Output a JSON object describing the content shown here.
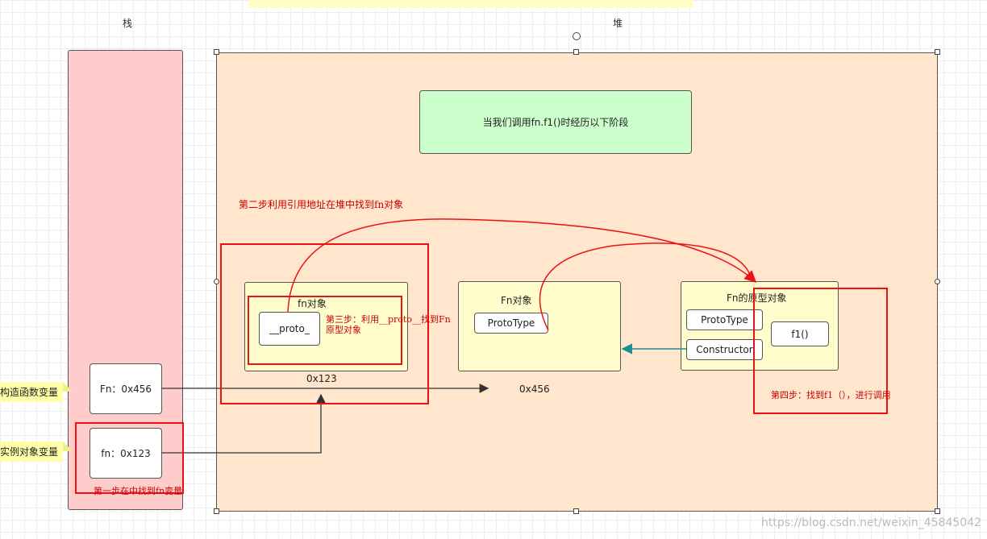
{
  "labels": {
    "stack": "栈",
    "heap": "堆"
  },
  "heap_title": "当我们调用fn.f1()时经历以下阶段",
  "objects": {
    "fn_obj": {
      "title": "fn对象",
      "field": "__proto_",
      "address": "0x123"
    },
    "Fn_obj": {
      "title": "Fn对象",
      "field": "ProtoType",
      "address": "0x456"
    },
    "proto_obj": {
      "title": "Fn的原型对象",
      "field1": "ProtoType",
      "field2": "Constructor",
      "method": "f1()"
    }
  },
  "stack_vars": {
    "Fn": "Fn：0x456",
    "fn": "fn：0x123"
  },
  "notes": {
    "constructor_var": "构造函数变量",
    "instance_var": "实例对象变量"
  },
  "steps": {
    "step1": "第一步在中找到fn变量",
    "step2": "第二步利用引用地址在堆中找到fn对象",
    "step3_line1": "第三步：利用__proto__找到Fn",
    "step3_line2": "原型对象",
    "step4": "第四步：找到f1（），进行调用"
  },
  "watermark": "https://blog.csdn.net/weixin_45845042",
  "colors": {
    "stack": "#ffcccc",
    "heap": "#ffe6cc",
    "title_box": "#ccffcc",
    "object": "#fffecc",
    "highlight": "#ee1111",
    "arrow_teal": "#1a9090"
  }
}
